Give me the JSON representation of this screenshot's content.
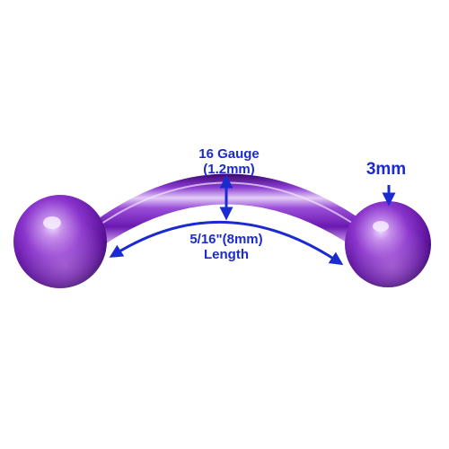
{
  "product": {
    "gauge_label": "16 Gauge",
    "gauge_mm": "(1.2mm)",
    "ball_size": "3mm",
    "length_label": "5/16\"(8mm)",
    "length_word": "Length"
  },
  "colors": {
    "metal": "#7a1fb8",
    "annotation": "#1b2bd0",
    "background": "#ffffff"
  }
}
